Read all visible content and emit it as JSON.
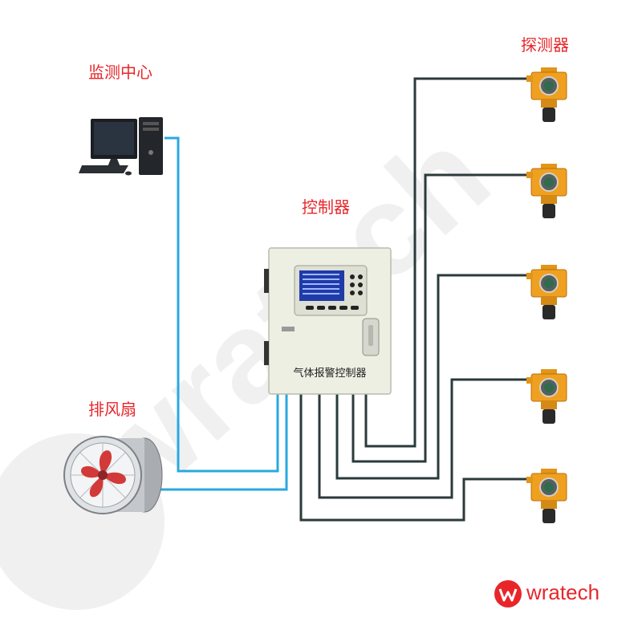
{
  "labels": {
    "monitoring_center": "监测中心",
    "detectors": "探测器",
    "controller": "控制器",
    "exhaust_fan": "排风扇",
    "controller_panel_text": "气体报警控制器"
  },
  "brand": {
    "name": "wratech",
    "color": "#e8262a"
  },
  "colors": {
    "signal_wire": "#2aa8e0",
    "detector_wire": "#2b3a3a",
    "label": "#e8262a",
    "detector_body": "#f0a020",
    "controller_body": "#ecefe2",
    "fan_blade": "#d23a3a"
  },
  "icons": [
    "computer-icon",
    "controller-cabinet-icon",
    "gas-detector-icon",
    "exhaust-fan-icon",
    "wratech-logo-icon"
  ]
}
